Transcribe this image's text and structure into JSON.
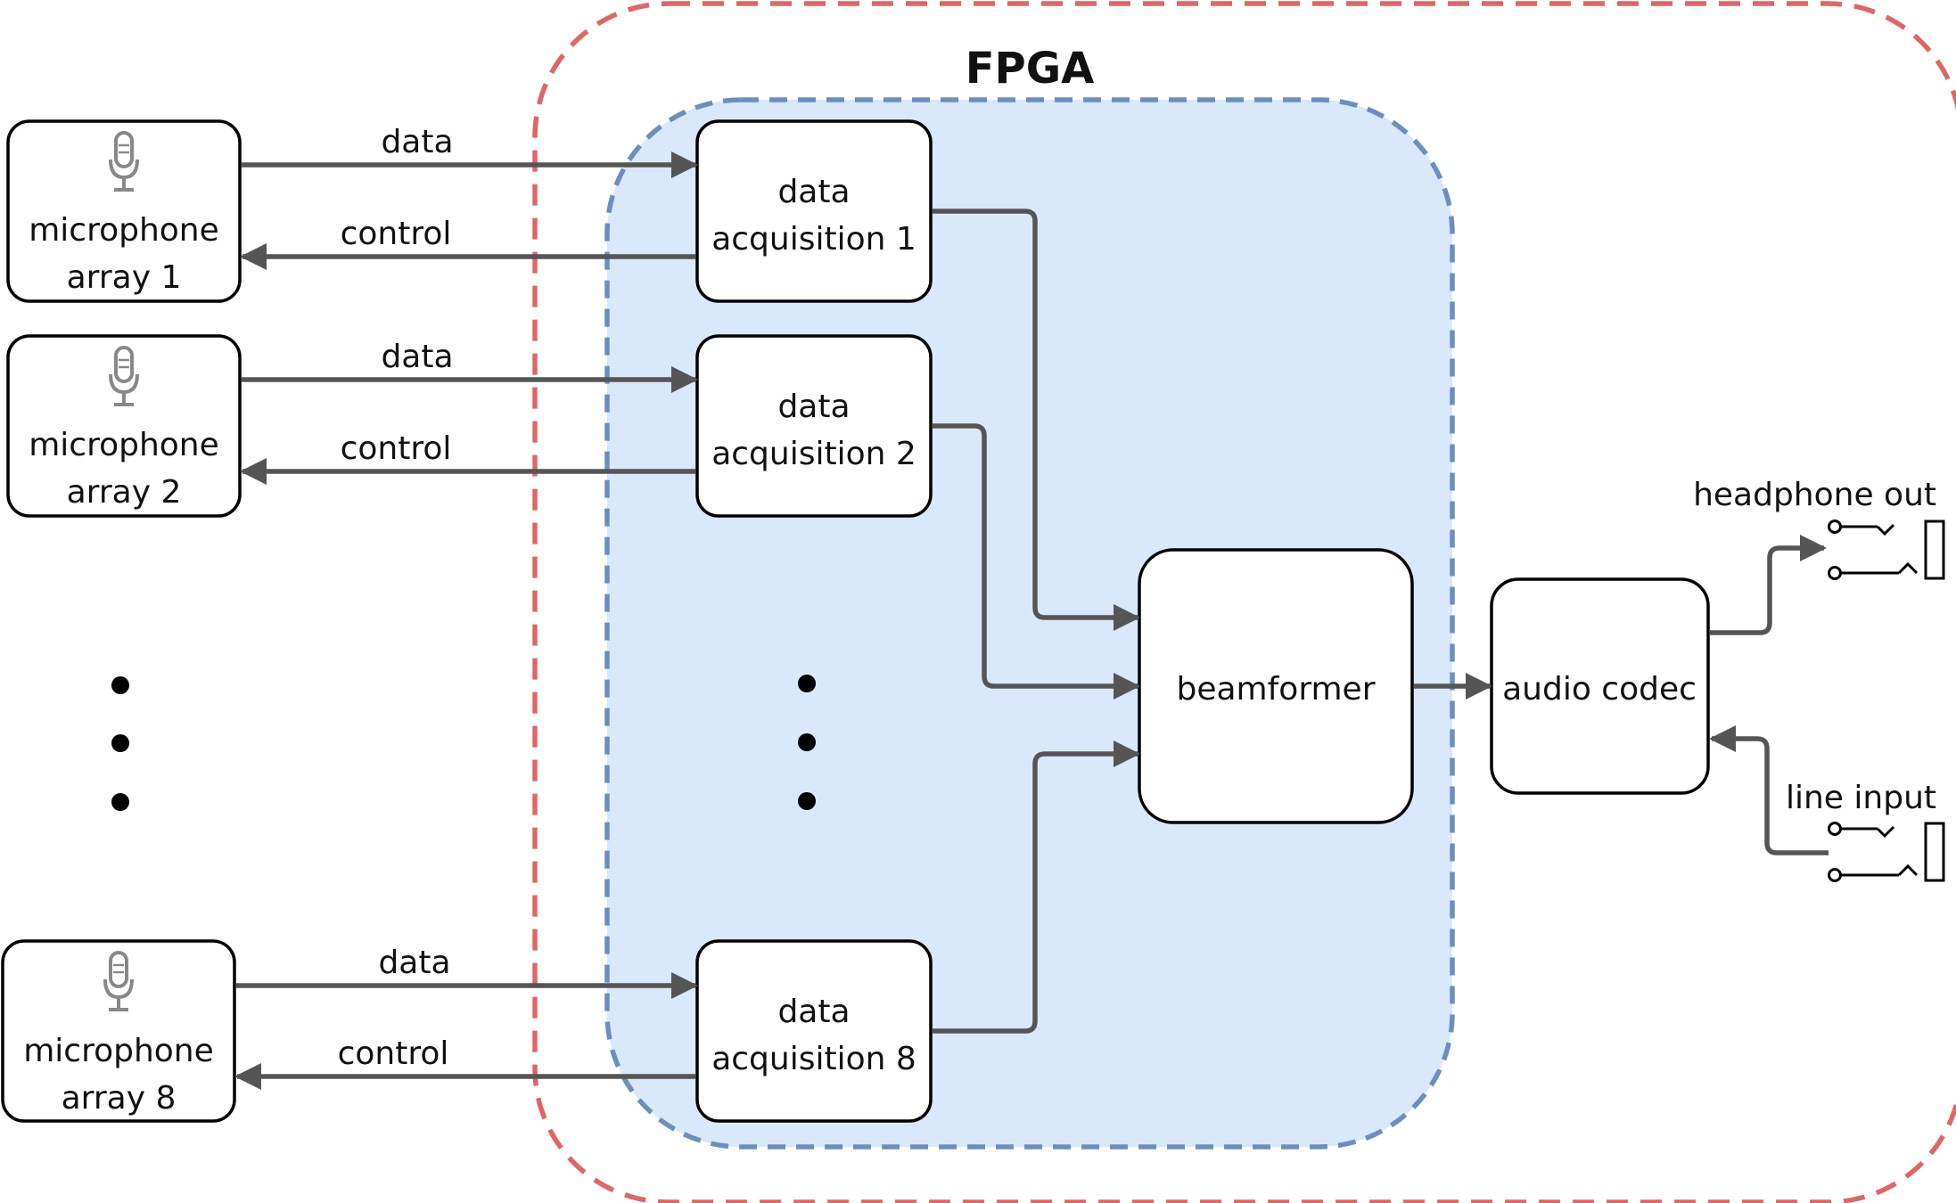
{
  "title": "FPGA",
  "colors": {
    "outer_border": "#e06666",
    "inner_border": "#6c8ebf",
    "inner_fill": "#dae8fc",
    "arrow": "#555555",
    "mic_icon": "#888888"
  },
  "mic_arrays": [
    {
      "line1": "microphone",
      "line2": "array 1"
    },
    {
      "line1": "microphone",
      "line2": "array 2"
    },
    {
      "line1": "microphone",
      "line2": "array 8"
    }
  ],
  "acquisition": [
    {
      "line1": "data",
      "line2": "acquisition 1"
    },
    {
      "line1": "data",
      "line2": "acquisition 2"
    },
    {
      "line1": "data",
      "line2": "acquisition 8"
    }
  ],
  "link_labels": {
    "data": "data",
    "control": "control"
  },
  "beamformer": "beamformer",
  "audio_codec": "audio codec",
  "headphone_out": "headphone out",
  "line_input": "line input",
  "icons": [
    "microphone-icon",
    "audio-jack-icon"
  ]
}
